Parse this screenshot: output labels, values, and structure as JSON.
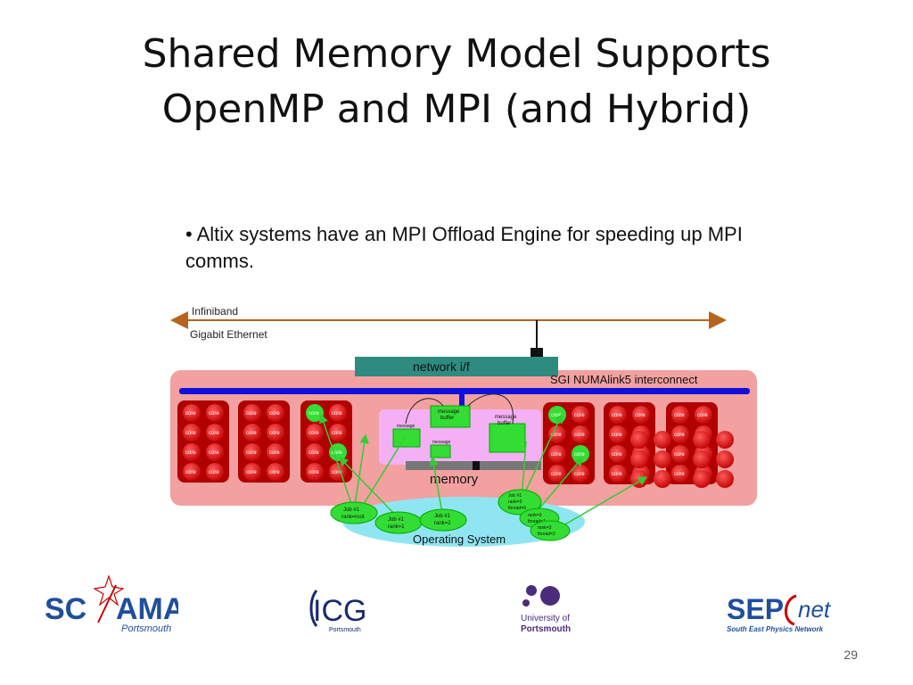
{
  "slide": {
    "title_line1": "Shared Memory Model Supports",
    "title_line2": "OpenMP and MPI (and Hybrid)",
    "bullet": "• Altix systems have an MPI Offload Engine for speeding up MPI comms.",
    "page_number": "29"
  },
  "diagram": {
    "infiniband": "Infiniband",
    "gigabit": "Gigabit Ethernet",
    "network_if": "network i/f",
    "interconnect": "SGI NUMAlink5 interconnect",
    "memory": "memory",
    "os": "Operating System",
    "core_label": "core",
    "message_buffer_1": "message",
    "message_buffer_2": "buffer",
    "jobs": {
      "job_a1": "Job #1",
      "job_a2": "rank=root",
      "job_b1": "Job #1",
      "job_b2": "rank=1",
      "job_c1": "Job #1",
      "job_c2": "rank=2",
      "job_d1": "Job #1",
      "job_d2": "rank=3",
      "job_d3": "thread=0",
      "job_e1": "rank=3",
      "job_e2": "thread=1",
      "job_f1": "rank=3",
      "job_f2": "thread=2"
    },
    "colors": {
      "chassis": "#f2a0a0",
      "core_red": "#e01010",
      "core_green": "#33dd33",
      "bus_blue": "#1010dd",
      "netif": "#2e8b80",
      "memory_pink": "#f4b0f4",
      "os_cyan": "#8fe6f2",
      "arrow_brown": "#b5651d"
    }
  },
  "logos": {
    "scama_main": "SC",
    "scama_main2": "AMA",
    "scama_sub": "Portsmouth",
    "icg_main": "ICG",
    "icg_sub": "Portsmouth",
    "uop_line1": "University of",
    "uop_line2": "Portsmouth",
    "sepnet_main": "SEP",
    "sepnet_net": "net",
    "sepnet_sub": "South East Physics Network"
  }
}
